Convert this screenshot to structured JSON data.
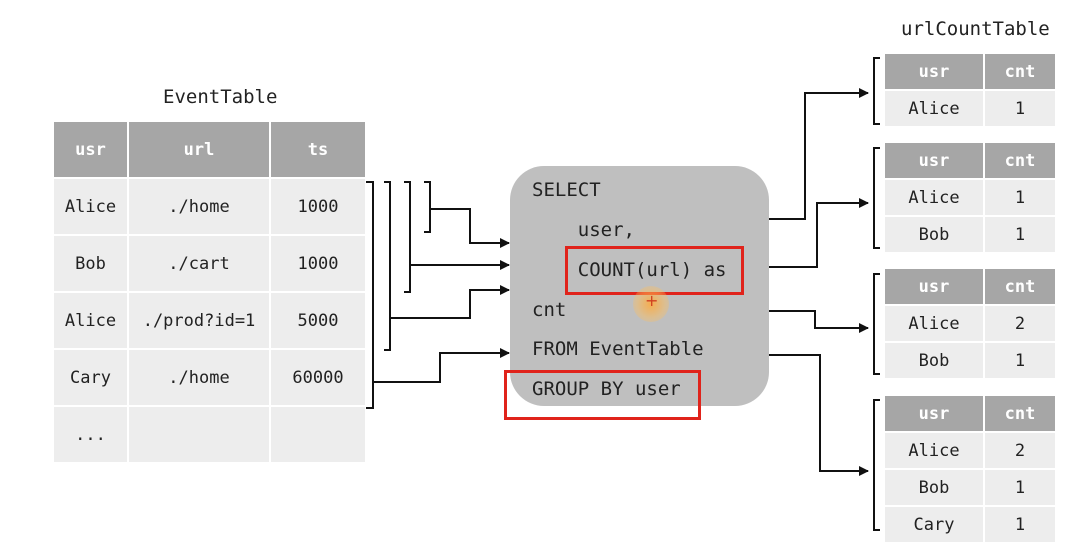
{
  "event_table": {
    "title": "EventTable",
    "headers": [
      "usr",
      "url",
      "ts"
    ],
    "rows": [
      [
        "Alice",
        "./home",
        "1000"
      ],
      [
        "Bob",
        "./cart",
        "1000"
      ],
      [
        "Alice",
        "./prod?id=1",
        "5000"
      ],
      [
        "Cary",
        "./home",
        "60000"
      ],
      [
        "...",
        "",
        ""
      ]
    ]
  },
  "sql": {
    "lines": [
      "SELECT",
      "    user,",
      "    COUNT(url) as",
      "cnt",
      "FROM EventTable",
      "GROUP BY user"
    ]
  },
  "url_count_table": {
    "title": "urlCountTable",
    "headers": [
      "usr",
      "cnt"
    ],
    "results": [
      [
        [
          "Alice",
          "1"
        ]
      ],
      [
        [
          "Alice",
          "1"
        ],
        [
          "Bob",
          "1"
        ]
      ],
      [
        [
          "Alice",
          "2"
        ],
        [
          "Bob",
          "1"
        ]
      ],
      [
        [
          "Alice",
          "2"
        ],
        [
          "Bob",
          "1"
        ],
        [
          "Cary",
          "1"
        ]
      ]
    ]
  },
  "colors": {
    "header_bg": "#a6a6a6",
    "cell_bg": "#ededed",
    "sql_box_bg": "#bfbfbf",
    "highlight": "#e0231b"
  }
}
